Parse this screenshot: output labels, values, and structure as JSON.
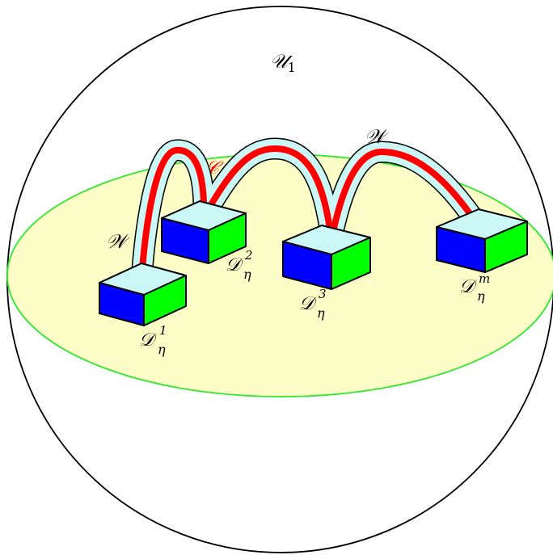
{
  "labels": {
    "universe": {
      "main": "𝒰",
      "sub": "1"
    },
    "wire_top": "𝒲",
    "wire_left": "𝒲",
    "curve": "𝒞",
    "d1": {
      "main": "𝒟",
      "sup": "1",
      "sub": "η"
    },
    "d2": {
      "main": "𝒟",
      "sup": "2",
      "sub": "η"
    },
    "d3": {
      "main": "𝒟",
      "sup": "3",
      "sub": "η"
    },
    "dm": {
      "main": "𝒟",
      "sup": "m",
      "sub": "η"
    }
  },
  "colors": {
    "sphere_stroke": "#000000",
    "ellipse_fill": "#fdfdc8",
    "ellipse_stroke": "#2ee82e",
    "tube_fill": "#ccf7f7",
    "curve": "#ff0000",
    "box_top": "#ccf7f7",
    "box_front": "#0000ff",
    "box_side": "#00ff00"
  }
}
